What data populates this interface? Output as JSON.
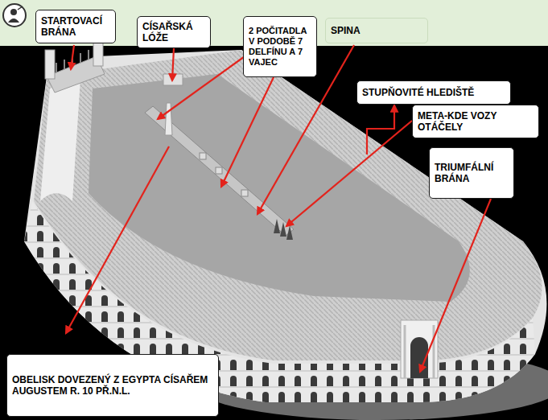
{
  "diagram": {
    "nodes": [
      {
        "text": [
          "STARTOVACÍ BRÁNA"
        ]
      },
      {
        "text": [
          "CÍSAŘSKÁ LÓŽE"
        ]
      },
      {
        "text": [
          "2 POČITADLA V PODOBĚ 7 DELFÍNU A 7 VAJEC"
        ]
      },
      {
        "text": [
          "SPINA"
        ]
      },
      {
        "text": [
          "STUPŇOVITÉ HLEDIŠTĚ"
        ]
      },
      {
        "text": [
          "META-KDE VOZY OTÁČELY"
        ]
      },
      {
        "text": [
          "TRIUMFÁLNÍ BRÁNA"
        ]
      },
      {
        "text": [
          "OBELISK DOVEZENÝ Z EGYPTA CÍSAŘEM AUGUSTEM R. 10 PŘ.N.L."
        ]
      }
    ]
  }
}
